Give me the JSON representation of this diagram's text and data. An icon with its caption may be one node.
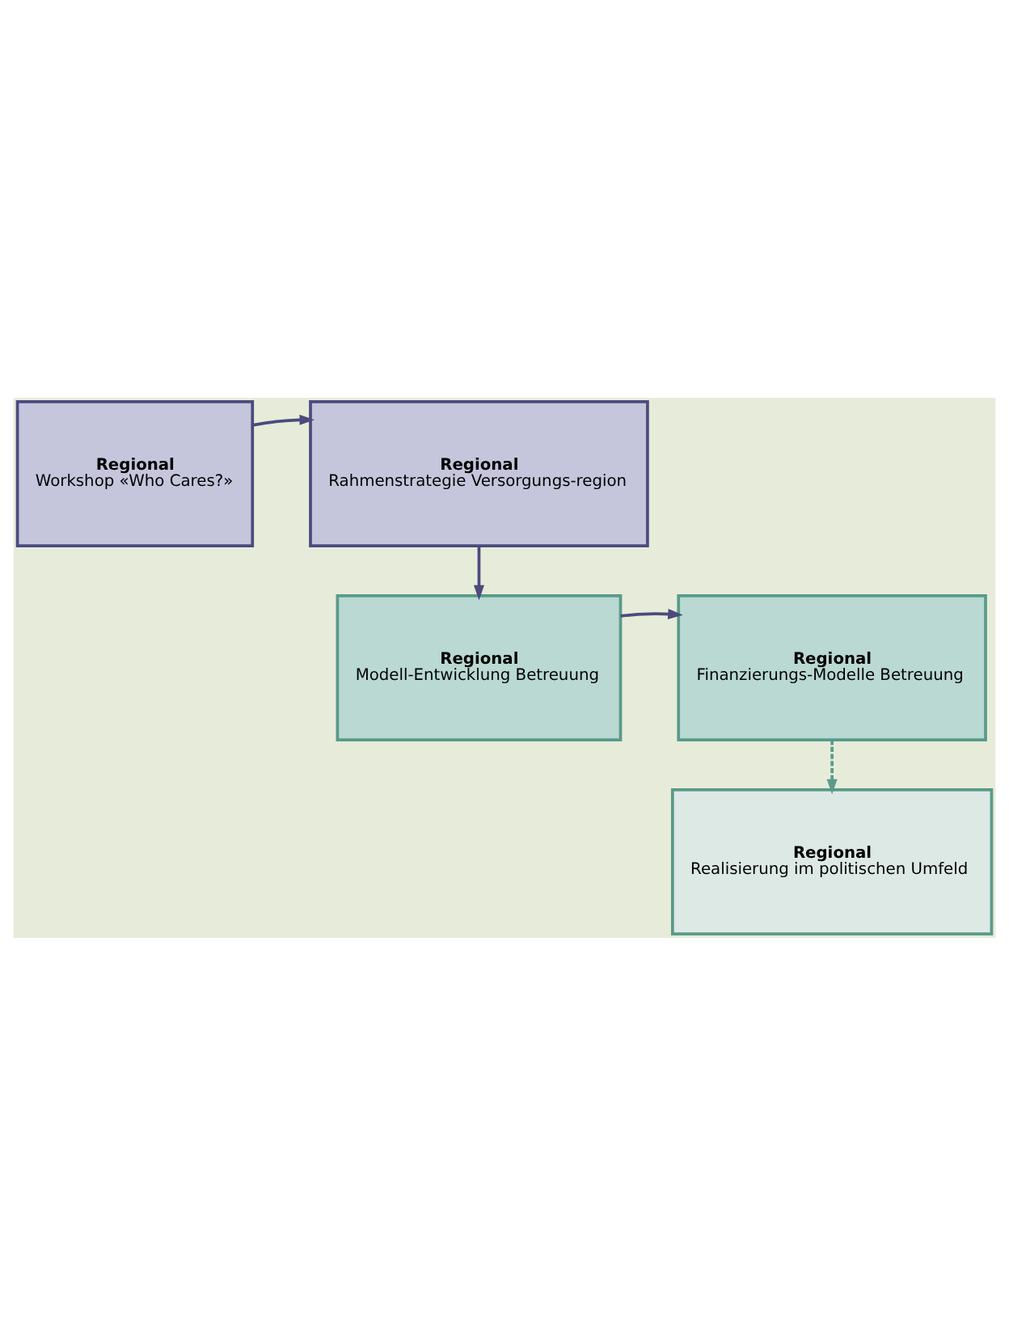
{
  "diagram": {
    "nodes": [
      {
        "text": [
          "Regional",
          "Workshop «Who Cares?»"
        ]
      },
      {
        "text": [
          "Regional",
          "Rahmenstrategie Versorgungs-region"
        ]
      },
      {
        "text": [
          "Regional",
          "Modell-Entwicklung Betreuung"
        ]
      },
      {
        "text": [
          "Regional",
          "Finanzierungs-Modelle Betreuung"
        ]
      },
      {
        "text": [
          "Regional",
          "Realisierung im politischen Umfeld"
        ]
      }
    ],
    "edges": [
      {
        "from": 0,
        "to": 1,
        "arrow": "to"
      },
      {
        "from": 1,
        "to": 2,
        "arrow": "to"
      },
      {
        "from": 2,
        "to": 3,
        "arrow": "to"
      },
      {
        "from": 3,
        "to": 4,
        "arrow": "to",
        "style": "dashed",
        "color": "#5b9a8b"
      }
    ]
  }
}
